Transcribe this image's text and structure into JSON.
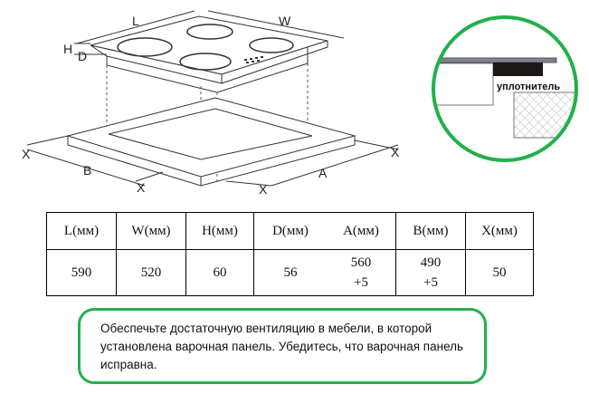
{
  "diagram": {
    "labels": {
      "L": "L",
      "W": "W",
      "H": "H",
      "D": "D",
      "A": "A",
      "B": "B",
      "X": "X"
    },
    "detail_label": "уплотнитель",
    "accent_color": "#22b04b"
  },
  "table": {
    "headers": [
      "L(мм)",
      "W(мм)",
      "H(мм)",
      "D(мм)",
      "A(мм)",
      "B(мм)",
      "X(мм)"
    ],
    "values": [
      [
        "590"
      ],
      [
        "520"
      ],
      [
        "60"
      ],
      [
        "56"
      ],
      [
        "560",
        "+5"
      ],
      [
        "490",
        "+5"
      ],
      [
        "50"
      ]
    ]
  },
  "note": "Обеспечьте достаточную вентиляцию в мебели, в которой установлена варочная панель. Убедитесь, что варочная панель исправна."
}
